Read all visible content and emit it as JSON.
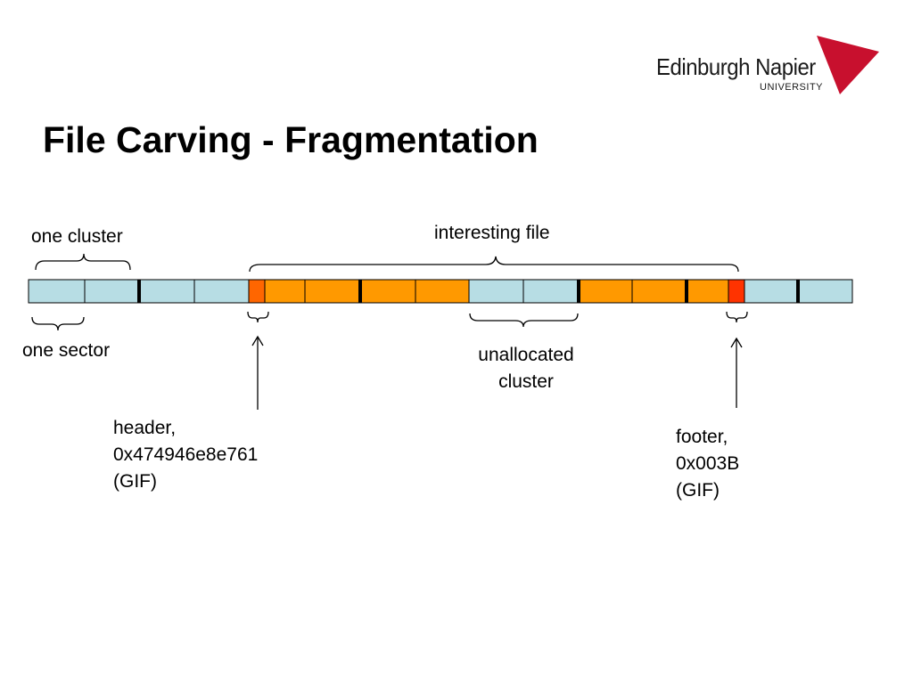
{
  "logo": {
    "name": "Edinburgh Napier",
    "subtitle": "UNIVERSITY",
    "mark_color": "#c8102e"
  },
  "title": "File Carving - Fragmentation",
  "labels": {
    "one_cluster": "one cluster",
    "interesting_file": "interesting file",
    "one_sector": "one sector",
    "unallocated_line1": "unallocated",
    "unallocated_line2": "cluster",
    "header_line1": "header,",
    "header_line2": "0x474946e8e761",
    "header_line3": "(GIF)",
    "footer_line1": "footer,",
    "footer_line2": "0x003B",
    "footer_line3": "(GIF)"
  },
  "colors": {
    "free": "#b7dde4",
    "file": "#ff9900",
    "marker": "#ff6600",
    "footer_marker": "#ff3300"
  },
  "sectors": [
    "free",
    "free",
    "free",
    "free",
    "header",
    "file",
    "file",
    "file",
    "file",
    "free",
    "free",
    "file",
    "file",
    "file",
    "footer",
    "free",
    "free"
  ]
}
